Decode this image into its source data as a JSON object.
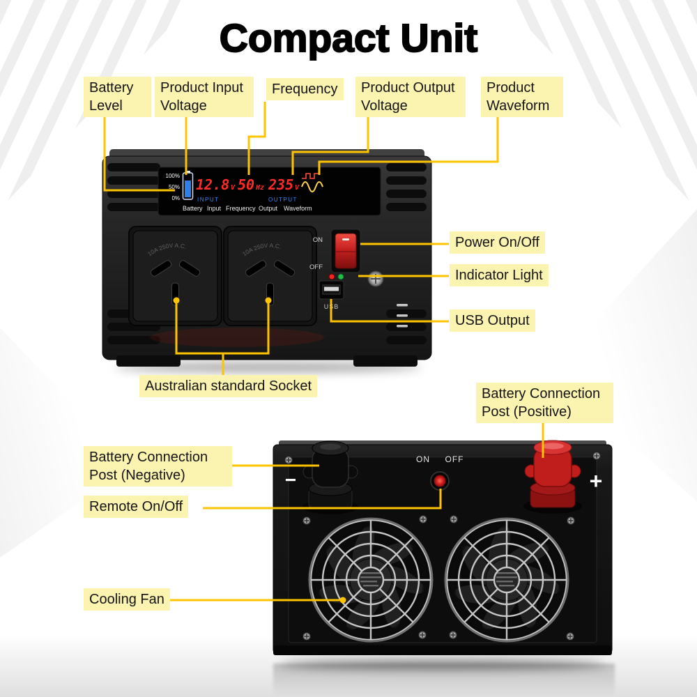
{
  "title": "Compact Unit",
  "callouts": {
    "battery_level": "Battery Level",
    "product_input_voltage": "Product Input Voltage",
    "frequency": "Frequency",
    "product_output_voltage": "Product Output Voltage",
    "product_waveform": "Product Waveform",
    "power_on_off": "Power On/Off",
    "indicator_light": "Indicator Light",
    "usb_output": "USB Output",
    "australian_socket": "Australian standard Socket",
    "battery_post_positive": "Battery Connection Post (Positive)",
    "battery_post_negative": "Battery Connection Post (Negative)",
    "remote_on_off": "Remote On/Off",
    "cooling_fan": "Cooling Fan"
  },
  "display": {
    "battery_full": "100%",
    "battery_half": "50%",
    "battery_empty": "0%",
    "input_value": "12.8",
    "input_unit": "V",
    "input_label": "INPUT",
    "frequency_value": "50",
    "frequency_unit": "Hz",
    "output_value": "235",
    "output_unit": "V",
    "output_label": "OUTPUT",
    "legend_battery": "Battery",
    "legend_input": "Input",
    "legend_frequency": "Frequency",
    "legend_output": "Output",
    "legend_waveform": "Waveform"
  },
  "front_panel": {
    "switch_on": "ON",
    "switch_off": "OFF",
    "usb_label": "USB",
    "socket_print": "10A 250V A.C."
  },
  "rear_panel": {
    "remote_on": "ON",
    "remote_off": "OFF",
    "positive_sign": "+",
    "negative_sign": "−"
  },
  "colors": {
    "label_bg": "#FBF3B0",
    "callout_line": "#FFC400",
    "digit_red": "#FF2A2A",
    "display_blue": "#2E8BFF",
    "switch_red": "#C42020",
    "post_red": "#C01D1D"
  }
}
